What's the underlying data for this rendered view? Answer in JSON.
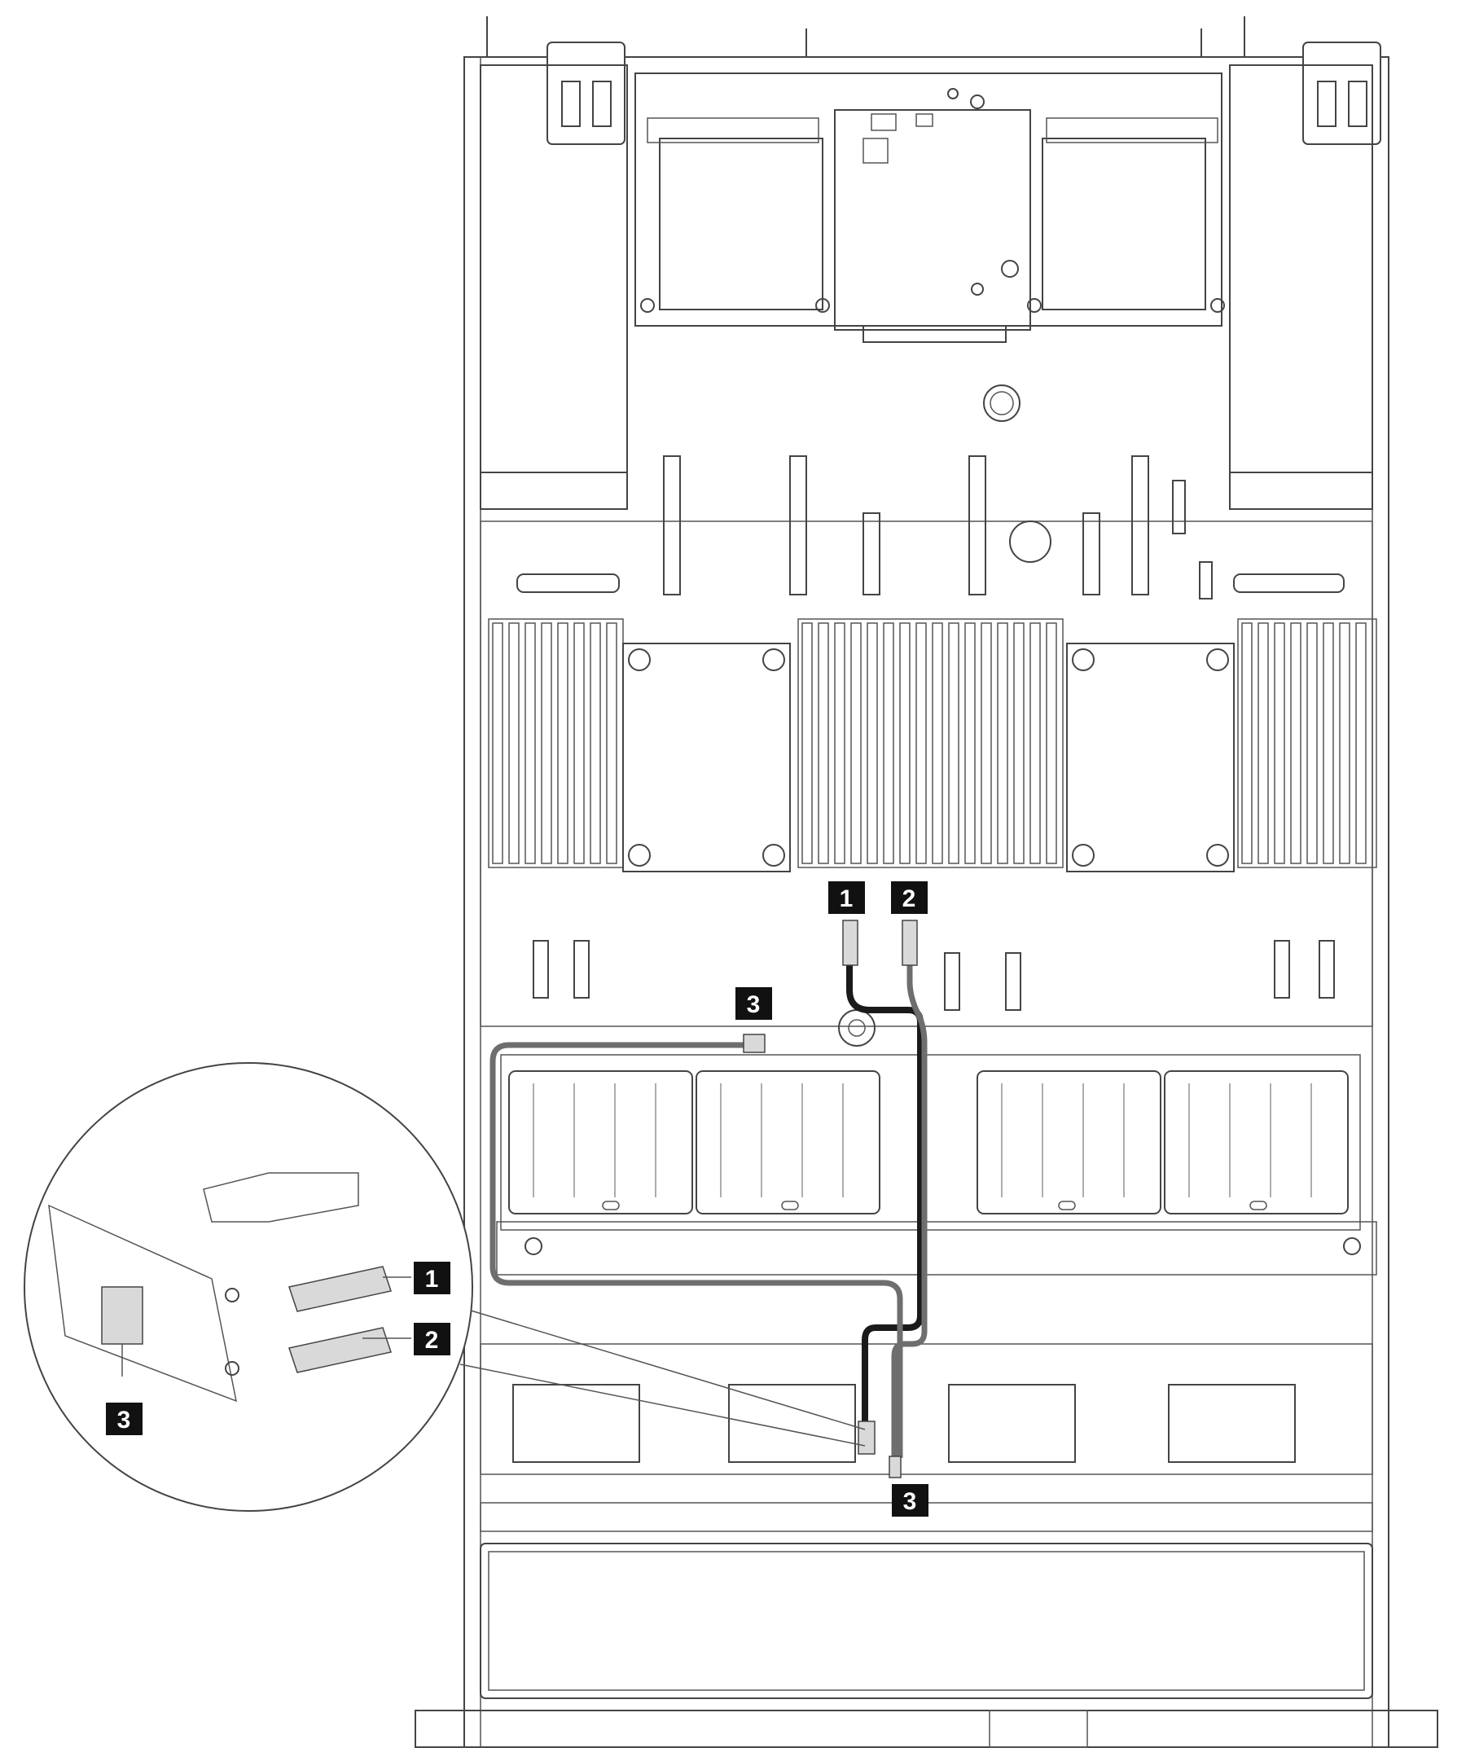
{
  "colors": {
    "line": "#444444",
    "cable_dark": "#1a1a1a",
    "cable_gray": "#6e6e6e",
    "callout_bg": "#111111",
    "callout_text": "#ffffff"
  },
  "callouts": [
    {
      "id": "c1_main",
      "label": "1"
    },
    {
      "id": "c2_main",
      "label": "2"
    },
    {
      "id": "c3_top",
      "label": "3"
    },
    {
      "id": "c3_bottom",
      "label": "3"
    },
    {
      "id": "c1_zoom",
      "label": "1"
    },
    {
      "id": "c2_zoom",
      "label": "2"
    },
    {
      "id": "c3_zoom",
      "label": "3"
    }
  ]
}
